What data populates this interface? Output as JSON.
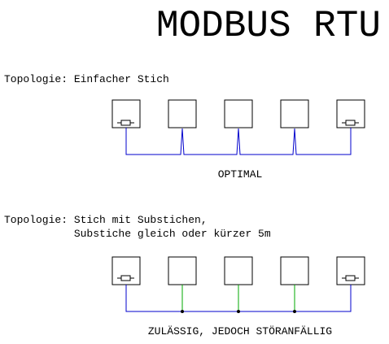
{
  "title": "MODBUS RTU",
  "diagram1": {
    "topology_label": "Topologie: Einfacher Stich",
    "rating": "OPTIMAL"
  },
  "diagram2": {
    "topology_label_line1": "Topologie: Stich mit Substichen,",
    "topology_label_line2": "           Substiche gleich oder kürzer 5m",
    "rating": "ZULÄSSIG, JEDOCH STÖRANFÄLLIG"
  },
  "colors": {
    "bus_line": "#0000cc",
    "stub_line": "#00aa00",
    "node_border": "#000000",
    "junction": "#000000"
  },
  "icons": {
    "termination": "termination-resistor-icon"
  }
}
